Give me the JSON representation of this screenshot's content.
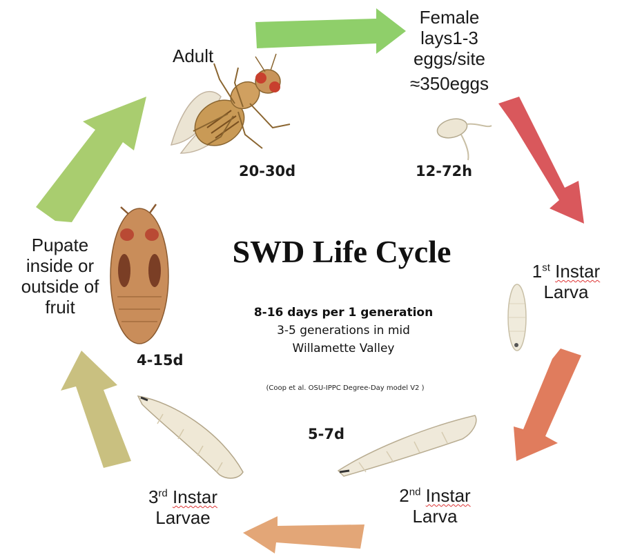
{
  "title": "SWD Life Cycle",
  "summary": {
    "line1": "8-16 days per 1 generation",
    "line2": "3-5 generations in mid",
    "line3": "Willamette Valley"
  },
  "citation": "(Coop et al.  OSU-IPPC Degree-Day model V2 )",
  "stages": {
    "adult": {
      "label": "Adult",
      "duration": "20-30d"
    },
    "eggs": {
      "line1": "Female",
      "line2": "lays1-3",
      "line3": "eggs/site",
      "line4": "≈350eggs",
      "duration": "12-72h"
    },
    "first_instar": {
      "ordinal": "1",
      "sup": "st",
      "word": "Instar",
      "line2": "Larva"
    },
    "second_instar": {
      "ordinal": "2",
      "sup": "nd",
      "word": "Instar",
      "line2": "Larva",
      "duration": "5-7d"
    },
    "third_instar": {
      "ordinal": "3",
      "sup": "rd",
      "word": "Instar",
      "line2": "Larvae"
    },
    "pupa": {
      "line1": "Pupate",
      "line2": "inside or",
      "line3": "outside of",
      "line4": "fruit",
      "duration": "4-15d"
    }
  },
  "arrow_colors": {
    "adult_to_eggs": "#8fcf6a",
    "eggs_to_first": "#d9585c",
    "first_to_second": "#e07c5d",
    "second_to_third": "#e3a677",
    "third_to_pupa": "#c9c080",
    "pupa_to_adult": "#a9cd6f"
  }
}
